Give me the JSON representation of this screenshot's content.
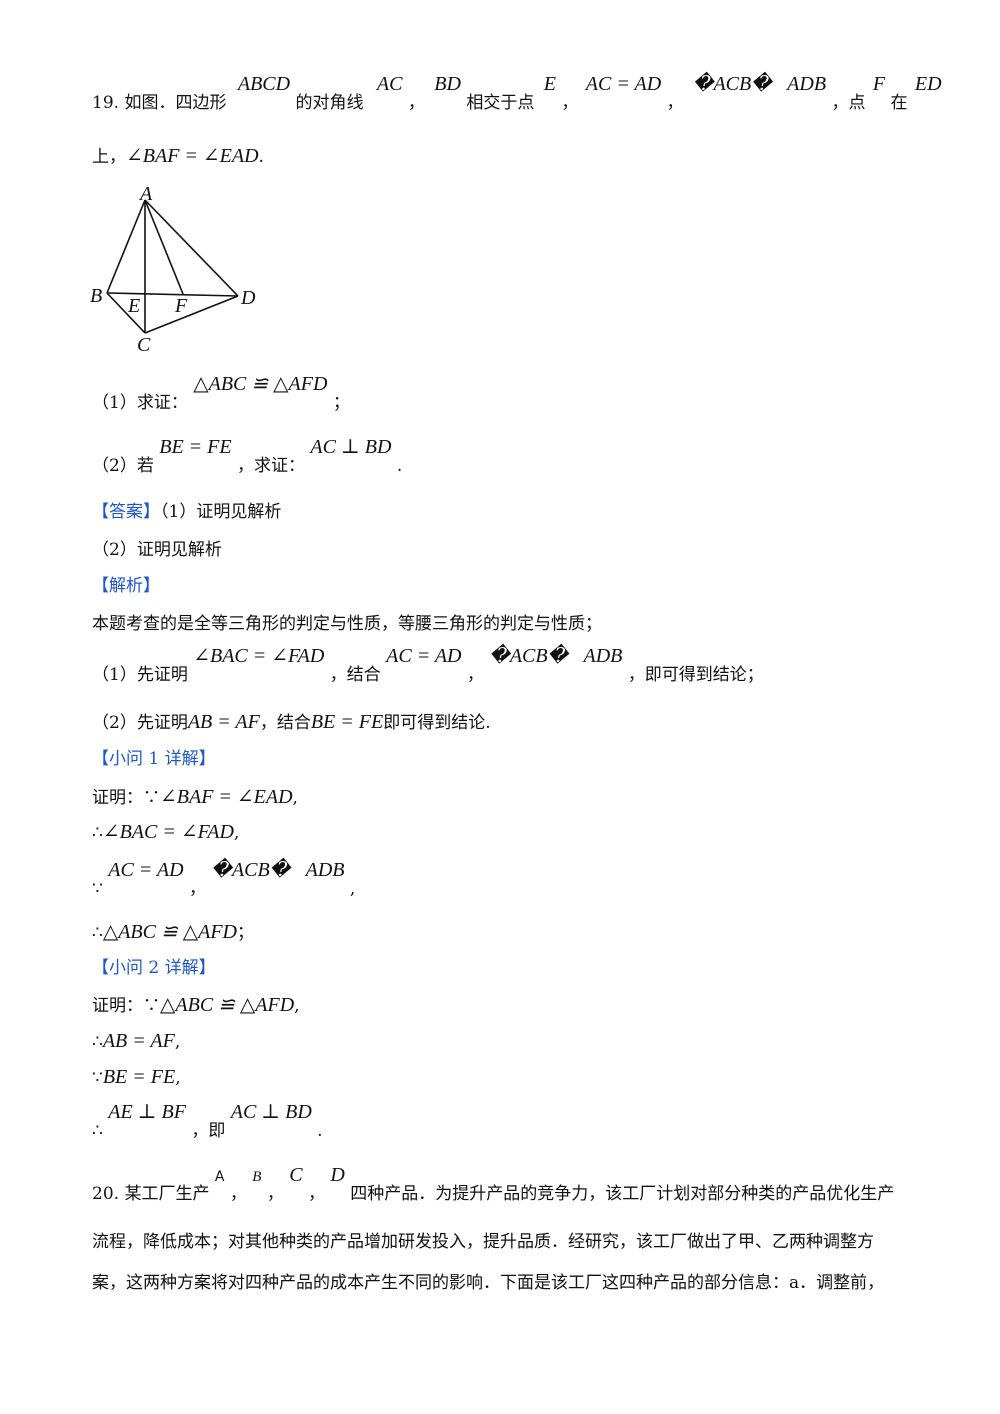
{
  "q19": {
    "line1": {
      "num": "19. 如图．四边形",
      "abcd": "ABCD",
      "t1": "的对角线",
      "ac": "AC",
      "c1": "，",
      "bd": "BD",
      "t2": "相交于点",
      "e": "E",
      "c2": "，",
      "eq": "AC = AD",
      "c3": "，",
      "acb": "�ACB�",
      "adb": "ADB",
      "t3": "，点",
      "f": "F",
      "t4": "在",
      "ed": "ED"
    },
    "line2": {
      "t": "上，",
      "m": "∠BAF = ∠EAD",
      "end": "."
    },
    "labels": {
      "A": "A",
      "B": "B",
      "C": "C",
      "D": "D",
      "E": "E",
      "F": "F"
    },
    "part1": {
      "t": "（1）求证：",
      "m": "△ABC ≌ △AFD",
      "end": "；"
    },
    "part2": {
      "t1": "（2）若",
      "m1": "BE = FE",
      "t2": "，求证：",
      "m2": "AC ⊥ BD",
      "end": "."
    }
  },
  "answer": {
    "tag": "【答案】",
    "a1": "（1）证明见解析",
    "a2": "（2）证明见解析"
  },
  "analysis": {
    "tag": "【解析】",
    "p1": "本题考查的是全等三角形的判定与性质，等腰三角形的判定与性质；",
    "s1": {
      "t1": "（1）先证明",
      "m1": "∠BAC = ∠FAD",
      "t2": "，结合",
      "m2": "AC = AD",
      "c": "，",
      "m3": "�ACB�",
      "m4": "ADB",
      "t3": "，即可得到结论；"
    },
    "s2": {
      "t1": "（2）先证明",
      "m1": "AB = AF",
      "t2": "，结合",
      "m2": "BE = FE",
      "t3": "即可得到结论."
    }
  },
  "detail1": {
    "tag": "【小问 1 详解】",
    "l1": {
      "t": "证明：∵",
      "m": "∠BAF = ∠EAD",
      "end": ","
    },
    "l2": {
      "t": "∴",
      "m": "∠BAC = ∠FAD",
      "end": ","
    },
    "l3": {
      "t": "∵",
      "m1": "AC = AD",
      "c": "，",
      "m2": "�ACB�",
      "m3": "ADB",
      "end": ","
    },
    "l4": {
      "t": "∴",
      "m": "△ABC ≌ △AFD",
      "end": "；"
    }
  },
  "detail2": {
    "tag": "【小问 2 详解】",
    "l1": {
      "t": "证明：∵",
      "m": "△ABC ≌ △AFD",
      "end": ","
    },
    "l2": {
      "t": "∴",
      "m": "AB = AF",
      "end": ","
    },
    "l3": {
      "t": "∵",
      "m": "BE = FE",
      "end": ","
    },
    "l4": {
      "t": "∴",
      "m1": "AE ⊥ BF",
      "t2": "，即",
      "m2": "AC ⊥ BD",
      "end": "."
    }
  },
  "q20": {
    "num": "20. 某工厂生产",
    "a": "A",
    "c1": "，",
    "b": "B",
    "c2": "，",
    "c": "C",
    "c3": "，",
    "d": "D",
    "t1": "四种产品．为提升产品的竞争力，该工厂计划对部分种类的产品优化生产",
    "line2": "流程，降低成本；对其他种类的产品增加研发投入，提升品质．经研究，该工厂做出了甲、乙两种调整方",
    "line3": "案，这两种方案将对四种产品的成本产生不同的影响．下面是该工厂这四种产品的部分信息：a．调整前，"
  }
}
